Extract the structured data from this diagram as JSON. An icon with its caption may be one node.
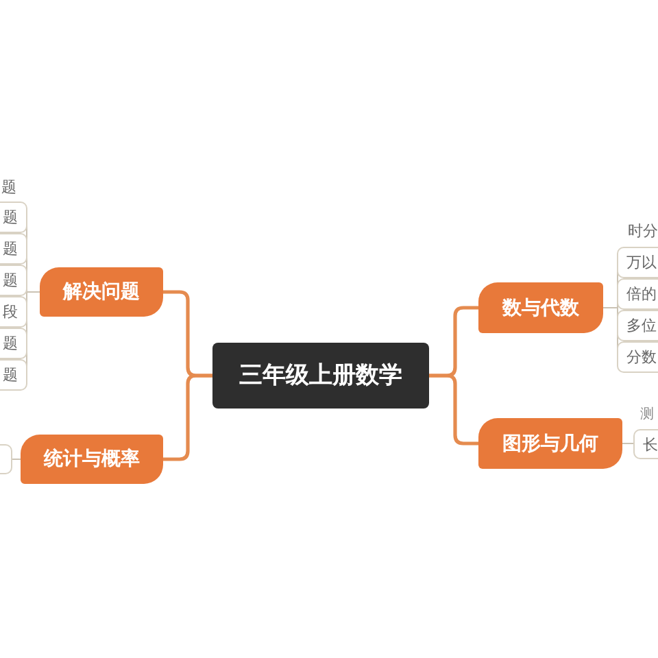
{
  "diagram": {
    "nodes": [
      {
        "text": [
          "三年级上册数学"
        ]
      },
      {
        "text": [
          "解决问题"
        ]
      },
      {
        "text": [
          "题"
        ]
      },
      {
        "text": [
          "题"
        ]
      },
      {
        "text": [
          "题"
        ]
      },
      {
        "text": [
          "题"
        ]
      },
      {
        "text": [
          "段"
        ]
      },
      {
        "text": [
          "题"
        ]
      },
      {
        "text": [
          "题"
        ]
      },
      {
        "text": [
          "统计与概率"
        ]
      },
      {
        "text": [],
        "shape": "box"
      },
      {
        "text": [
          "数与代数"
        ]
      },
      {
        "text": [
          "时分"
        ]
      },
      {
        "text": [
          "万以"
        ]
      },
      {
        "text": [
          "倍的"
        ]
      },
      {
        "text": [
          "多位"
        ]
      },
      {
        "text": [
          "分数"
        ]
      },
      {
        "text": [
          "图形与几何"
        ]
      },
      {
        "text": [
          "测"
        ]
      },
      {
        "text": [
          "长"
        ]
      }
    ],
    "edges": [
      {
        "from": 0,
        "to": 1,
        "arrow": "none",
        "style": "thick",
        "color": "#e58b4f"
      },
      {
        "from": 0,
        "to": 9,
        "arrow": "none",
        "style": "thick",
        "color": "#e58b4f"
      },
      {
        "from": 0,
        "to": 11,
        "arrow": "none",
        "style": "thick",
        "color": "#e58b4f"
      },
      {
        "from": 0,
        "to": 17,
        "arrow": "none",
        "style": "thick",
        "color": "#e58b4f"
      },
      {
        "from": 1,
        "to": 3,
        "arrow": "none"
      },
      {
        "from": 1,
        "to": 4,
        "arrow": "none"
      },
      {
        "from": 1,
        "to": 5,
        "arrow": "none"
      },
      {
        "from": 1,
        "to": 6,
        "arrow": "none"
      },
      {
        "from": 1,
        "to": 7,
        "arrow": "none"
      },
      {
        "from": 1,
        "to": 8,
        "arrow": "none"
      },
      {
        "from": 9,
        "to": 10,
        "arrow": "none"
      },
      {
        "from": 11,
        "to": 13,
        "arrow": "none"
      },
      {
        "from": 11,
        "to": 14,
        "arrow": "none"
      },
      {
        "from": 11,
        "to": 15,
        "arrow": "none"
      },
      {
        "from": 11,
        "to": 16,
        "arrow": "none"
      },
      {
        "from": 17,
        "to": 19,
        "arrow": "none"
      }
    ]
  }
}
